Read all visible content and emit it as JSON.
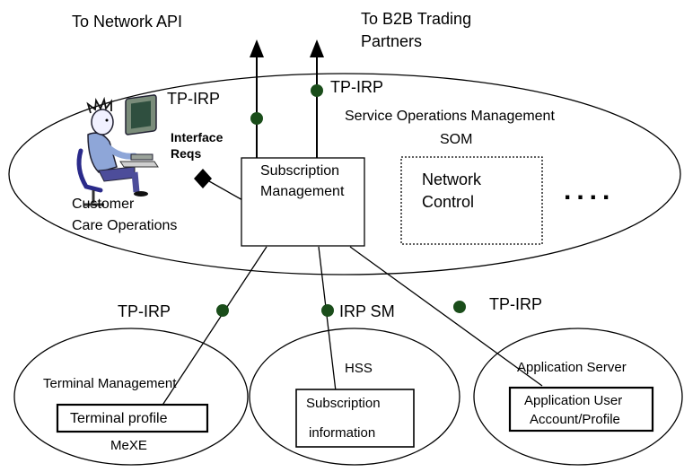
{
  "external": {
    "network_api": "To Network API",
    "b2b_line1": "To B2B Trading",
    "b2b_line2": "Partners"
  },
  "som": {
    "title": "Service Operations Management",
    "acronym": "SOM",
    "tp_irp_left": "TP-IRP",
    "tp_irp_right": "TP-IRP",
    "customer_care_line1": "Customer",
    "customer_care_line2": "Care Operations",
    "interface_reqs_line1": "Interface",
    "interface_reqs_line2": "Reqs",
    "subscription_mgmt_line1": "Subscription",
    "subscription_mgmt_line2": "Management",
    "network_control_line1": "Network",
    "network_control_line2": "Control",
    "more": "...."
  },
  "links": {
    "terminal": "TP-IRP",
    "hss": "IRP SM",
    "appserver": "TP-IRP"
  },
  "terminal_management": {
    "title": "Terminal Management",
    "box": "Terminal profile",
    "footer": "MeXE"
  },
  "hss": {
    "title": "HSS",
    "box_line1": "Subscription",
    "box_line2": "information"
  },
  "application_server": {
    "title": "Application Server",
    "box_line1": "Application User",
    "box_line2": "Account/Profile"
  },
  "colors": {
    "line": "#000000",
    "interface_dot": "#1a4d1a",
    "background": "#ffffff"
  }
}
